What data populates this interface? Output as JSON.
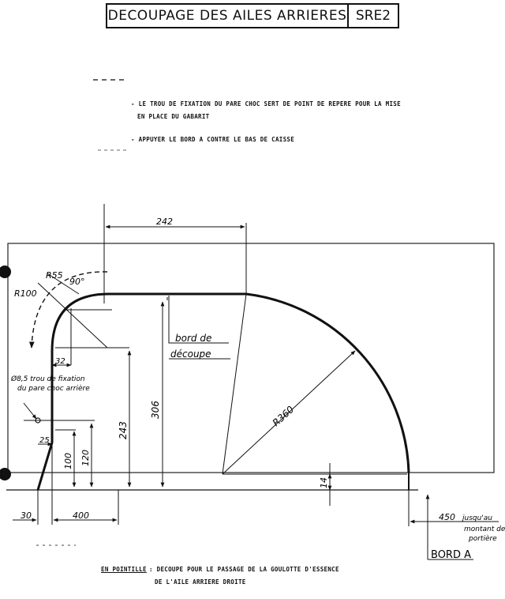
{
  "header": {
    "title": "DECOUPAGE DES AILES ARRIERES",
    "code": "SRE2"
  },
  "notes": {
    "line1": "- LE TROU DE FIXATION DU PARE CHOC SERT DE POINT DE REPERE POUR LA MISE",
    "line2": "EN PLACE DU GABARIT",
    "line3": "- APPUYER LE BORD A CONTRE LE BAS DE CAISSE"
  },
  "dimensions": {
    "d242": "242",
    "r55": "R55",
    "a90": "90°",
    "r100": "R100",
    "d32": "32",
    "d306": "306",
    "d243": "243",
    "d120": "120",
    "d100": "100",
    "d25": "25",
    "d30": "30",
    "d400": "400",
    "d14": "14",
    "r360": "R360",
    "d450": "450"
  },
  "labels": {
    "bord_decoupe_1": "bord de",
    "bord_decoupe_2": "découpe",
    "trou_1": "Ø8,5 trou de fixation",
    "trou_2": "du pare choc arrière",
    "jusqu_1": "jusqu'au",
    "jusqu_2": "montant de",
    "jusqu_3": "portière",
    "bord_a": "BORD A"
  },
  "footer": {
    "prefix": "EN POINTILLE",
    "line1": ": DECOUPE POUR LE PASSAGE DE LA GOULOTTE D'ESSENCE",
    "line2": "DE L'AILE ARRIERE DROITE"
  }
}
